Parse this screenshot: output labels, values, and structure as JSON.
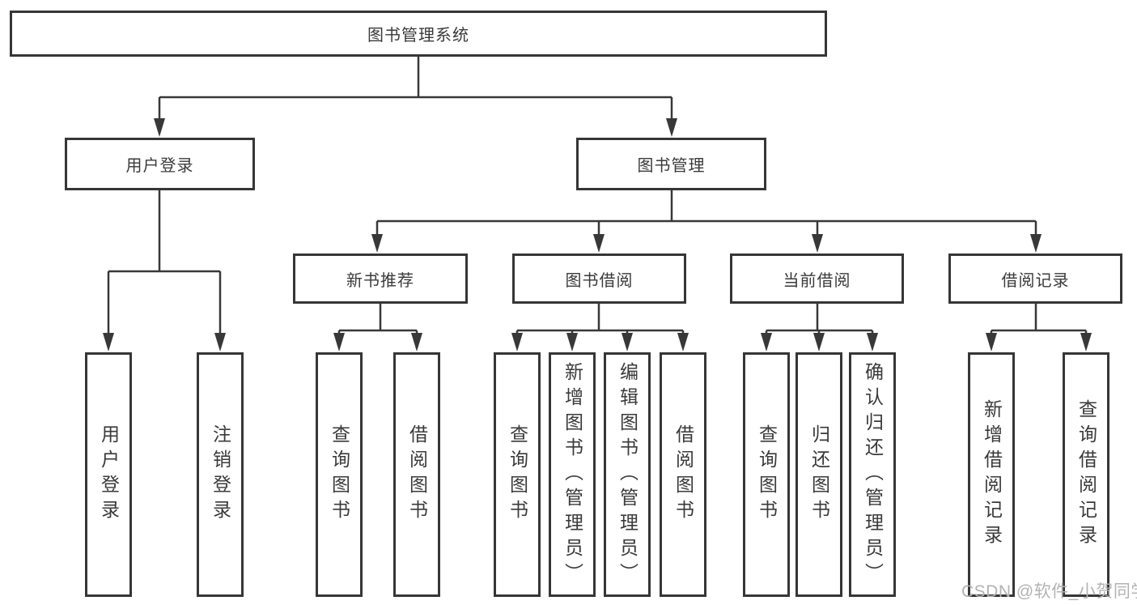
{
  "tree": {
    "root": {
      "label": "图书管理系统"
    },
    "children": [
      {
        "label": "用户登录",
        "children": [
          {
            "label": "用户登录"
          },
          {
            "label": "注销登录"
          }
        ]
      },
      {
        "label": "图书管理",
        "children": [
          {
            "label": "新书推荐",
            "children": [
              {
                "label": "查询图书"
              },
              {
                "label": "借阅图书"
              }
            ]
          },
          {
            "label": "图书借阅",
            "children": [
              {
                "label": "查询图书"
              },
              {
                "label": "新增图书（管理员）"
              },
              {
                "label": "编辑图书（管理员）"
              },
              {
                "label": "借阅图书"
              }
            ]
          },
          {
            "label": "当前借阅",
            "children": [
              {
                "label": "查询图书"
              },
              {
                "label": "归还图书"
              },
              {
                "label": "确认归还（管理员）"
              }
            ]
          },
          {
            "label": "借阅记录",
            "children": [
              {
                "label": "新增借阅记录"
              },
              {
                "label": "查询借阅记录"
              }
            ]
          }
        ]
      }
    ]
  },
  "watermark": "CSDN @软件_小贺同学",
  "colors": {
    "line": "#383838",
    "border": "#363636",
    "text": "#3a3a3a",
    "watermark": "#b3b3b3",
    "background": "#ffffff"
  }
}
